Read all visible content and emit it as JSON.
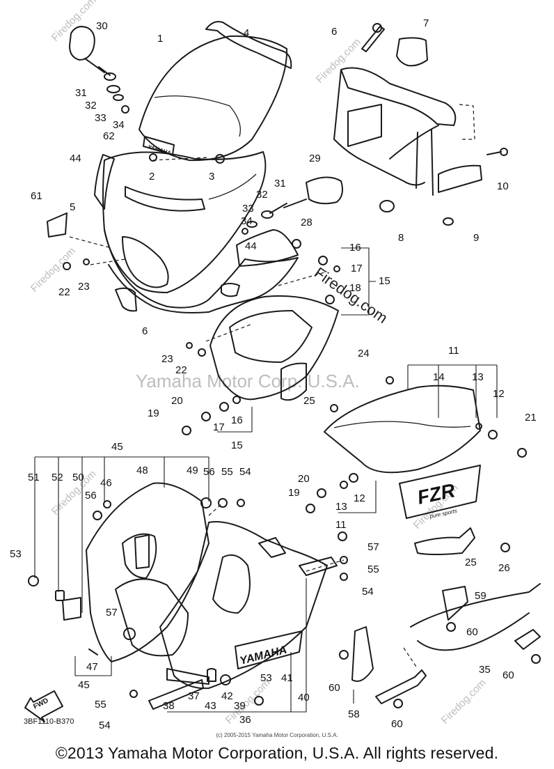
{
  "watermark": {
    "main": "Yamaha Motor Corp. U.S.A.",
    "site": "Firedog.com",
    "site_short": "Firedog"
  },
  "labels": {
    "fwd": "FWD",
    "yamaha_decal_small": "YAMAHA",
    "yamaha_decal_large": "YAMAHA",
    "fzr_decal": "FZR",
    "fzr_sub": "pure sports"
  },
  "diagram_code": "3BF1110-B370",
  "small_copyright": "(c) 2005-2015 Yamaha Motor Corporation, U.S.A.",
  "copyright": "©2013 Yamaha Motor Corporation, U.S.A. All rights reserved.",
  "callouts": [
    "30",
    "1",
    "4",
    "6",
    "7",
    "31",
    "32",
    "33",
    "34",
    "62",
    "44",
    "2",
    "3",
    "29",
    "10",
    "61",
    "5",
    "32",
    "31",
    "33",
    "34",
    "8",
    "9",
    "28",
    "44",
    "16",
    "22",
    "23",
    "17",
    "18",
    "15",
    "6",
    "23",
    "22",
    "24",
    "11",
    "14",
    "13",
    "12",
    "21",
    "20",
    "19",
    "17",
    "16",
    "15",
    "25",
    "45",
    "48",
    "49",
    "56",
    "55",
    "54",
    "51",
    "52",
    "50",
    "46",
    "56",
    "20",
    "19",
    "12",
    "13",
    "11",
    "57",
    "53",
    "55",
    "25",
    "26",
    "54",
    "59",
    "57",
    "60",
    "47",
    "45",
    "35",
    "60",
    "53",
    "41",
    "37",
    "42",
    "39",
    "40",
    "60",
    "55",
    "54",
    "38",
    "43",
    "36",
    "58",
    "60"
  ]
}
